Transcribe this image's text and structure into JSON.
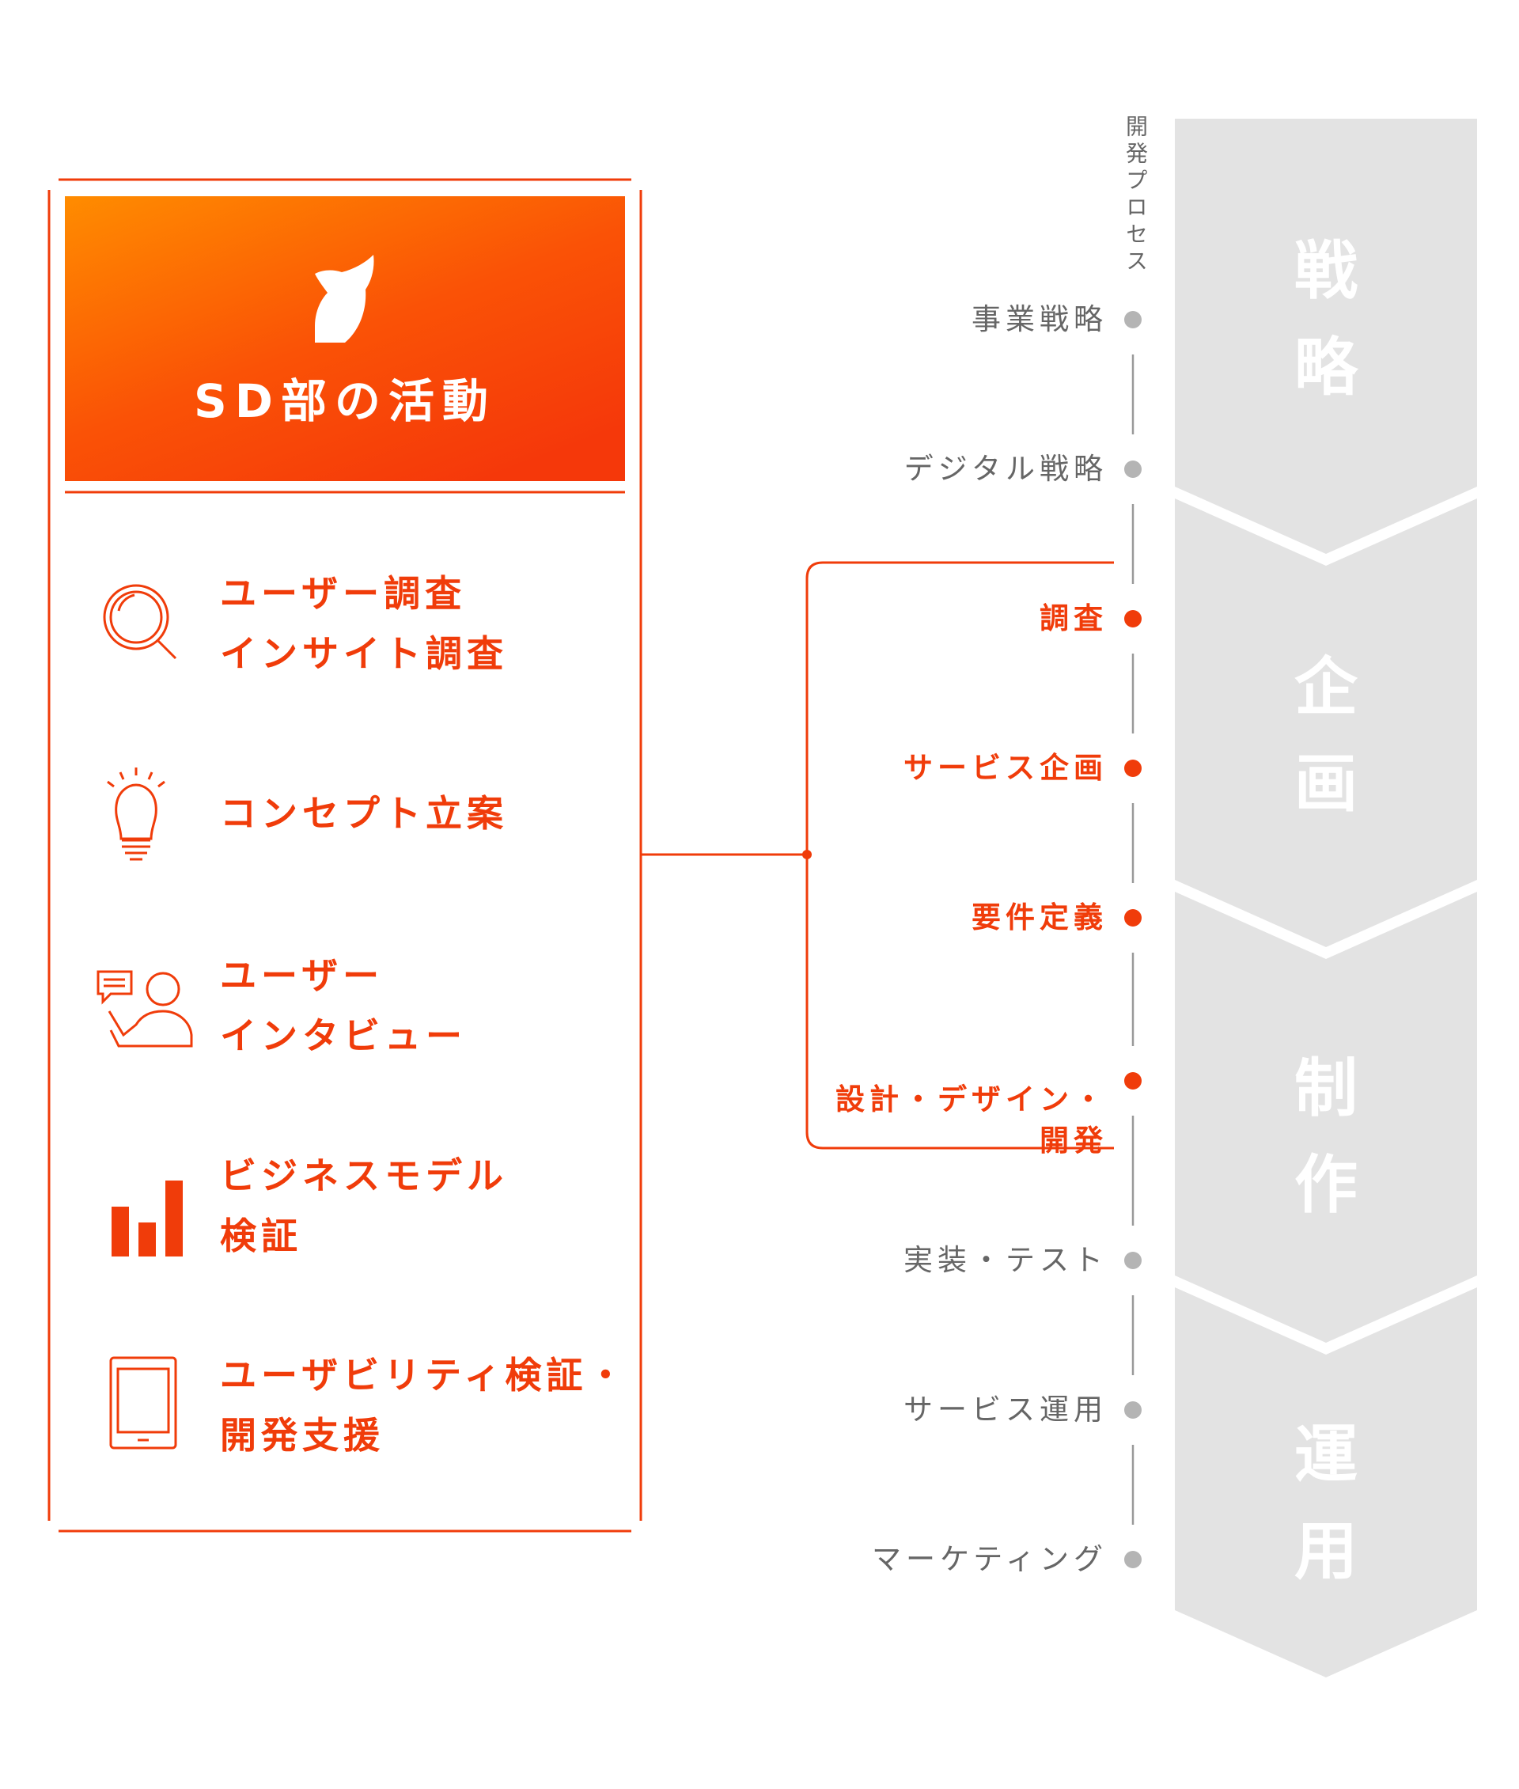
{
  "header": {
    "title": "SD部の活動"
  },
  "activities": [
    {
      "icon": "magnifier-icon",
      "lines": [
        "ユーザー調査",
        "インサイト調査"
      ]
    },
    {
      "icon": "light-bulb-icon",
      "lines": [
        "コンセプト立案"
      ]
    },
    {
      "icon": "interview-icon",
      "lines": [
        "ユーザー",
        "インタビュー"
      ]
    },
    {
      "icon": "bar-chart-icon",
      "lines": [
        "ビジネスモデル",
        "検証"
      ]
    },
    {
      "icon": "tablet-icon",
      "lines": [
        "ユーザビリティ検証・",
        "開発支援"
      ]
    }
  ],
  "process": {
    "title": "開発プロセス",
    "steps": [
      {
        "label": "事業戦略",
        "active": false
      },
      {
        "label": "デジタル戦略",
        "active": false
      },
      {
        "label": "調査",
        "active": true
      },
      {
        "label": "サービス企画",
        "active": true
      },
      {
        "label": "要件定義",
        "active": true
      },
      {
        "label": "設計・デザイン・\n開発",
        "active": true
      },
      {
        "label": "実装・テスト",
        "active": false
      },
      {
        "label": "サービス運用",
        "active": false
      },
      {
        "label": "マーケティング",
        "active": false
      }
    ],
    "phases": [
      {
        "label": "戦\n略"
      },
      {
        "label": "企\n画"
      },
      {
        "label": "制\n作"
      },
      {
        "label": "運\n用"
      }
    ]
  },
  "colors": {
    "accent": "#f03c0a",
    "gradient_start": "#ff8c00",
    "gradient_end": "#f5380a",
    "phase_fill": "#e3e3e3",
    "inactive_dot": "#b4b4b4",
    "inactive_text": "#666666"
  }
}
